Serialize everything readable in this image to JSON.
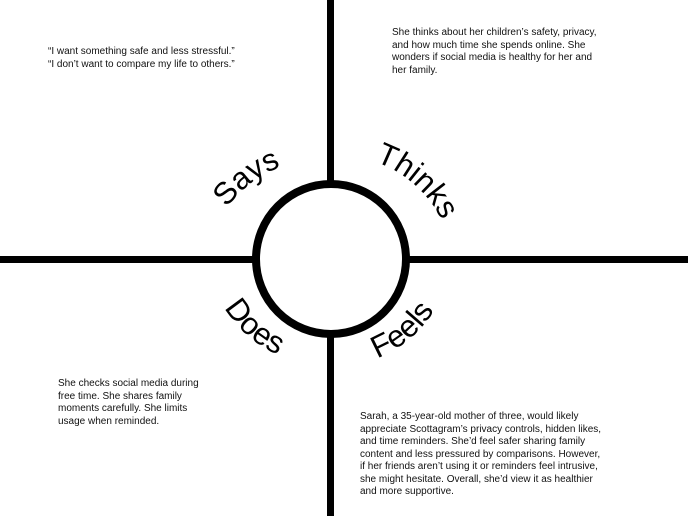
{
  "quadrants": {
    "says": {
      "label": "Says",
      "text": "“I want something safe and less stressful.”\n  “I don’t want to compare my life to others.”"
    },
    "thinks": {
      "label": "Thinks",
      "text": "She thinks about her children’s safety, privacy,\nand how much time she spends online. She\nwonders if social media is healthy for her and\nher family."
    },
    "does": {
      "label": "Does",
      "text": "She checks social media during\nfree time. She shares family\nmoments carefully. She limits\nusage when reminded."
    },
    "feels": {
      "label": "Feels",
      "text": "Sarah, a 35-year-old mother of three, would likely\nappreciate Scottagram’s privacy controls, hidden likes,\nand time reminders. She’d feel safer sharing family\ncontent and less pressured by comparisons. However,\nif her friends aren’t using it or reminders feel intrusive,\nshe might hesitate. Overall, she’d view it as healthier\nand more supportive."
    }
  }
}
